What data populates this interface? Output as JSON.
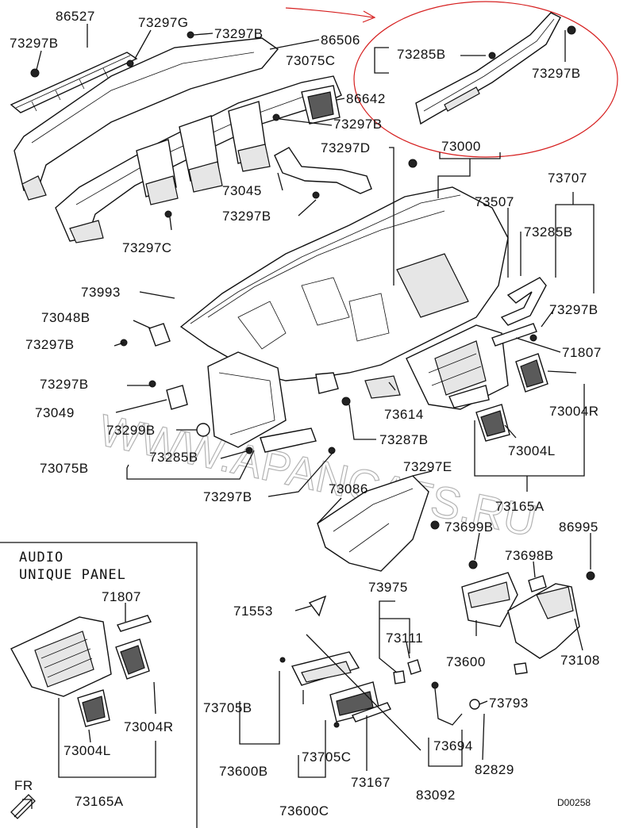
{
  "diagram": {
    "labels": {
      "p86527": "86527",
      "p73297G": "73297G",
      "p73297B_a": "73297B",
      "p73297B_b": "73297B",
      "p86506": "86506",
      "p73075C": "73075C",
      "p73285B_a": "73285B",
      "p73297B_c": "73297B",
      "p86642": "86642",
      "p73297B_d": "73297B",
      "p73297D": "73297D",
      "p73000": "73000",
      "p73045": "73045",
      "p73297B_e": "73297B",
      "p73707": "73707",
      "p73507": "73507",
      "p73297C": "73297C",
      "p73285B_b": "73285B",
      "p73993": "73993",
      "p73048B": "73048B",
      "p73297B_f": "73297B",
      "p73297B_g": "73297B",
      "p71807_a": "71807",
      "p73297B_h": "73297B",
      "p73004R_a": "73004R",
      "p73049": "73049",
      "p73614": "73614",
      "p73299B": "73299B",
      "p73287B": "73287B",
      "p73004L_a": "73004L",
      "p73285B_c": "73285B",
      "p73075B": "73075B",
      "p73297E": "73297E",
      "p73086": "73086",
      "p73297B_i": "73297B",
      "p73165A_a": "73165A",
      "p73699B": "73699B",
      "p86995": "86995",
      "p73698B": "73698B",
      "p71553": "71553",
      "p73975": "73975",
      "p73111": "73111",
      "p73600": "73600",
      "p73108": "73108",
      "p73705B": "73705B",
      "p73793": "73793",
      "p73694": "73694",
      "p73705C": "73705C",
      "p73600B": "73600B",
      "p73167": "73167",
      "p82829": "82829",
      "p83092": "83092",
      "p73600C": "73600C",
      "p71807_b": "71807",
      "p73004R_b": "73004R",
      "p73004L_b": "73004L",
      "p73165A_b": "73165A"
    },
    "inset_title_line1": "AUDIO",
    "inset_title_line2": "UNIQUE PANEL",
    "watermark": "WWW.APANCATS.RU",
    "direction_label": "FR",
    "diagram_code": "D00258"
  }
}
